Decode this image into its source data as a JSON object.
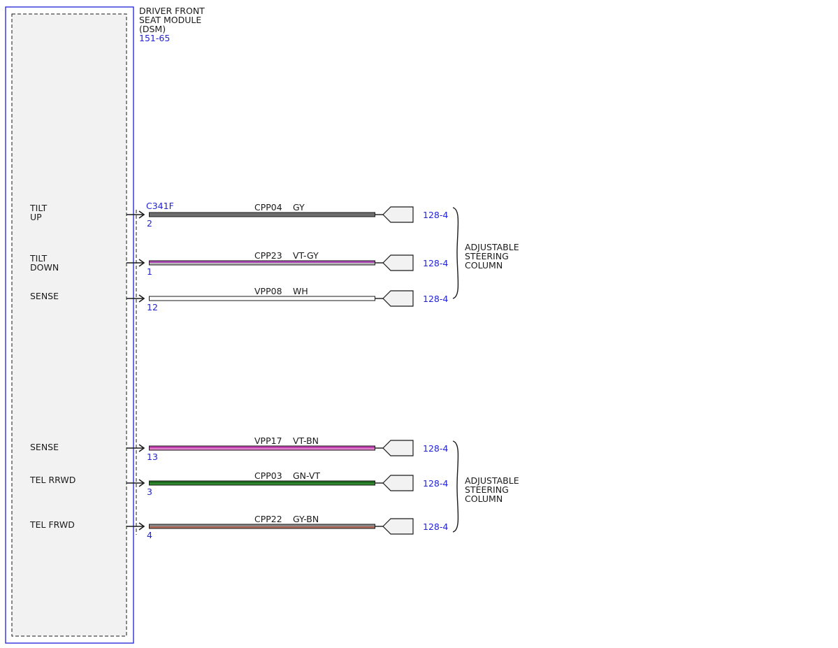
{
  "module": {
    "name_lines": [
      "DRIVER FRONT",
      "SEAT MODULE",
      "(DSM)"
    ],
    "ref": "151-65",
    "connector": "C341F"
  },
  "colors": {
    "module_border": "#1f1fd6",
    "module_fill": "#f2f2f2",
    "ref_text": "#1f1fd6"
  },
  "circuits": [
    {
      "label_lines": [
        "TILT",
        "UP"
      ],
      "pin": "2",
      "circuit": "CPP04",
      "wire_color": "GY",
      "stripe_colors": [
        "#6e6e6e",
        "#6e6e6e"
      ],
      "ref": "128-4"
    },
    {
      "label_lines": [
        "TILT",
        "DOWN"
      ],
      "pin": "1",
      "circuit": "CPP23",
      "wire_color": "VT-GY",
      "stripe_colors": [
        "#b04ab8",
        "#b8b8b8"
      ],
      "ref": "128-4"
    },
    {
      "label_lines": [
        "SENSE"
      ],
      "pin": "12",
      "circuit": "VPP08",
      "wire_color": "WH",
      "stripe_colors": [
        "#ffffff",
        "#ffffff"
      ],
      "ref": "128-4"
    },
    {
      "label_lines": [
        "SENSE"
      ],
      "pin": "13",
      "circuit": "VPP17",
      "wire_color": "VT-BN",
      "stripe_colors": [
        "#c040b0",
        "#e080c8"
      ],
      "ref": "128-4"
    },
    {
      "label_lines": [
        "TEL RRWD"
      ],
      "pin": "3",
      "circuit": "CPP03",
      "wire_color": "GN-VT",
      "stripe_colors": [
        "#1e6b1e",
        "#2f8a2f"
      ],
      "ref": "128-4"
    },
    {
      "label_lines": [
        "TEL FRWD"
      ],
      "pin": "4",
      "circuit": "CPP22",
      "wire_color": "GY-BN",
      "stripe_colors": [
        "#8a8a8a",
        "#b06a5a"
      ],
      "ref": "128-4"
    }
  ],
  "components": [
    {
      "label_lines": [
        "ADJUSTABLE",
        "STEERING",
        "COLUMN"
      ]
    },
    {
      "label_lines": [
        "ADJUSTABLE",
        "STEERING",
        "COLUMN"
      ]
    }
  ]
}
